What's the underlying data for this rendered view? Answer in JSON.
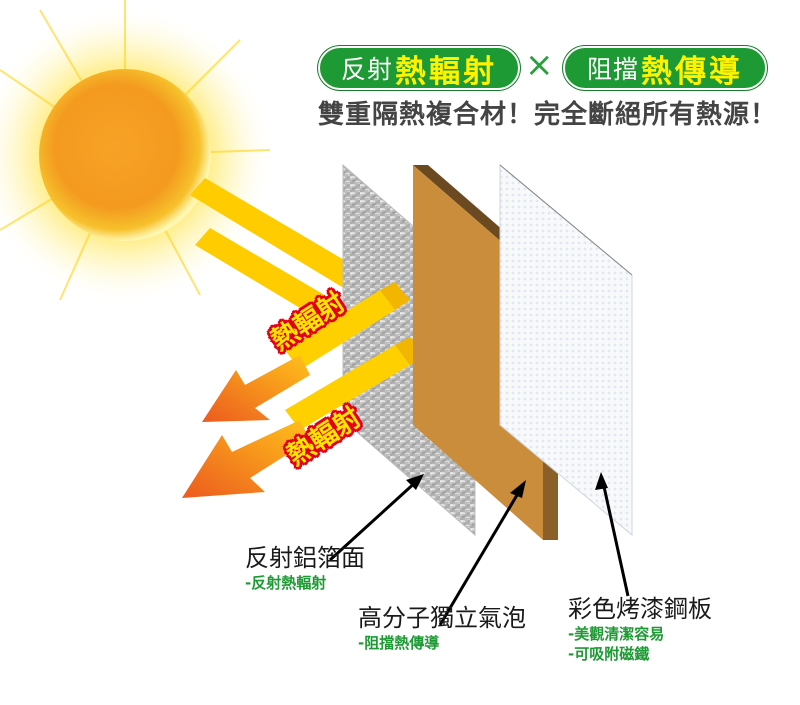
{
  "header": {
    "pill_left": {
      "prefix": "反射",
      "highlight": "熱輻射"
    },
    "separator": "×",
    "pill_right": {
      "prefix": "阻擋",
      "highlight": "熱傳導"
    },
    "subtitle": "雙重隔熱複合材！完全斷絕所有熱源！"
  },
  "rays": {
    "label_upper": "熱輻射",
    "label_lower": "熱輻射"
  },
  "layers": [
    {
      "name": "反射鋁箔面",
      "notes": [
        "-反射熱輻射"
      ]
    },
    {
      "name": "高分子獨立氣泡",
      "notes": [
        "-阻擋熱傳導"
      ]
    },
    {
      "name": "彩色烤漆鋼板",
      "notes": [
        "-美觀清潔容易",
        "-可吸附磁鐵"
      ]
    }
  ],
  "colors": {
    "pill_green": "#1e9a34",
    "highlight_yellow": "#fff200",
    "note_green": "#1e9a34",
    "ray_yellow": "#ffcc00",
    "arrow_orange": "#f07a1e",
    "foam_brown": "#c98d3c",
    "label_red": "#e2001a"
  }
}
